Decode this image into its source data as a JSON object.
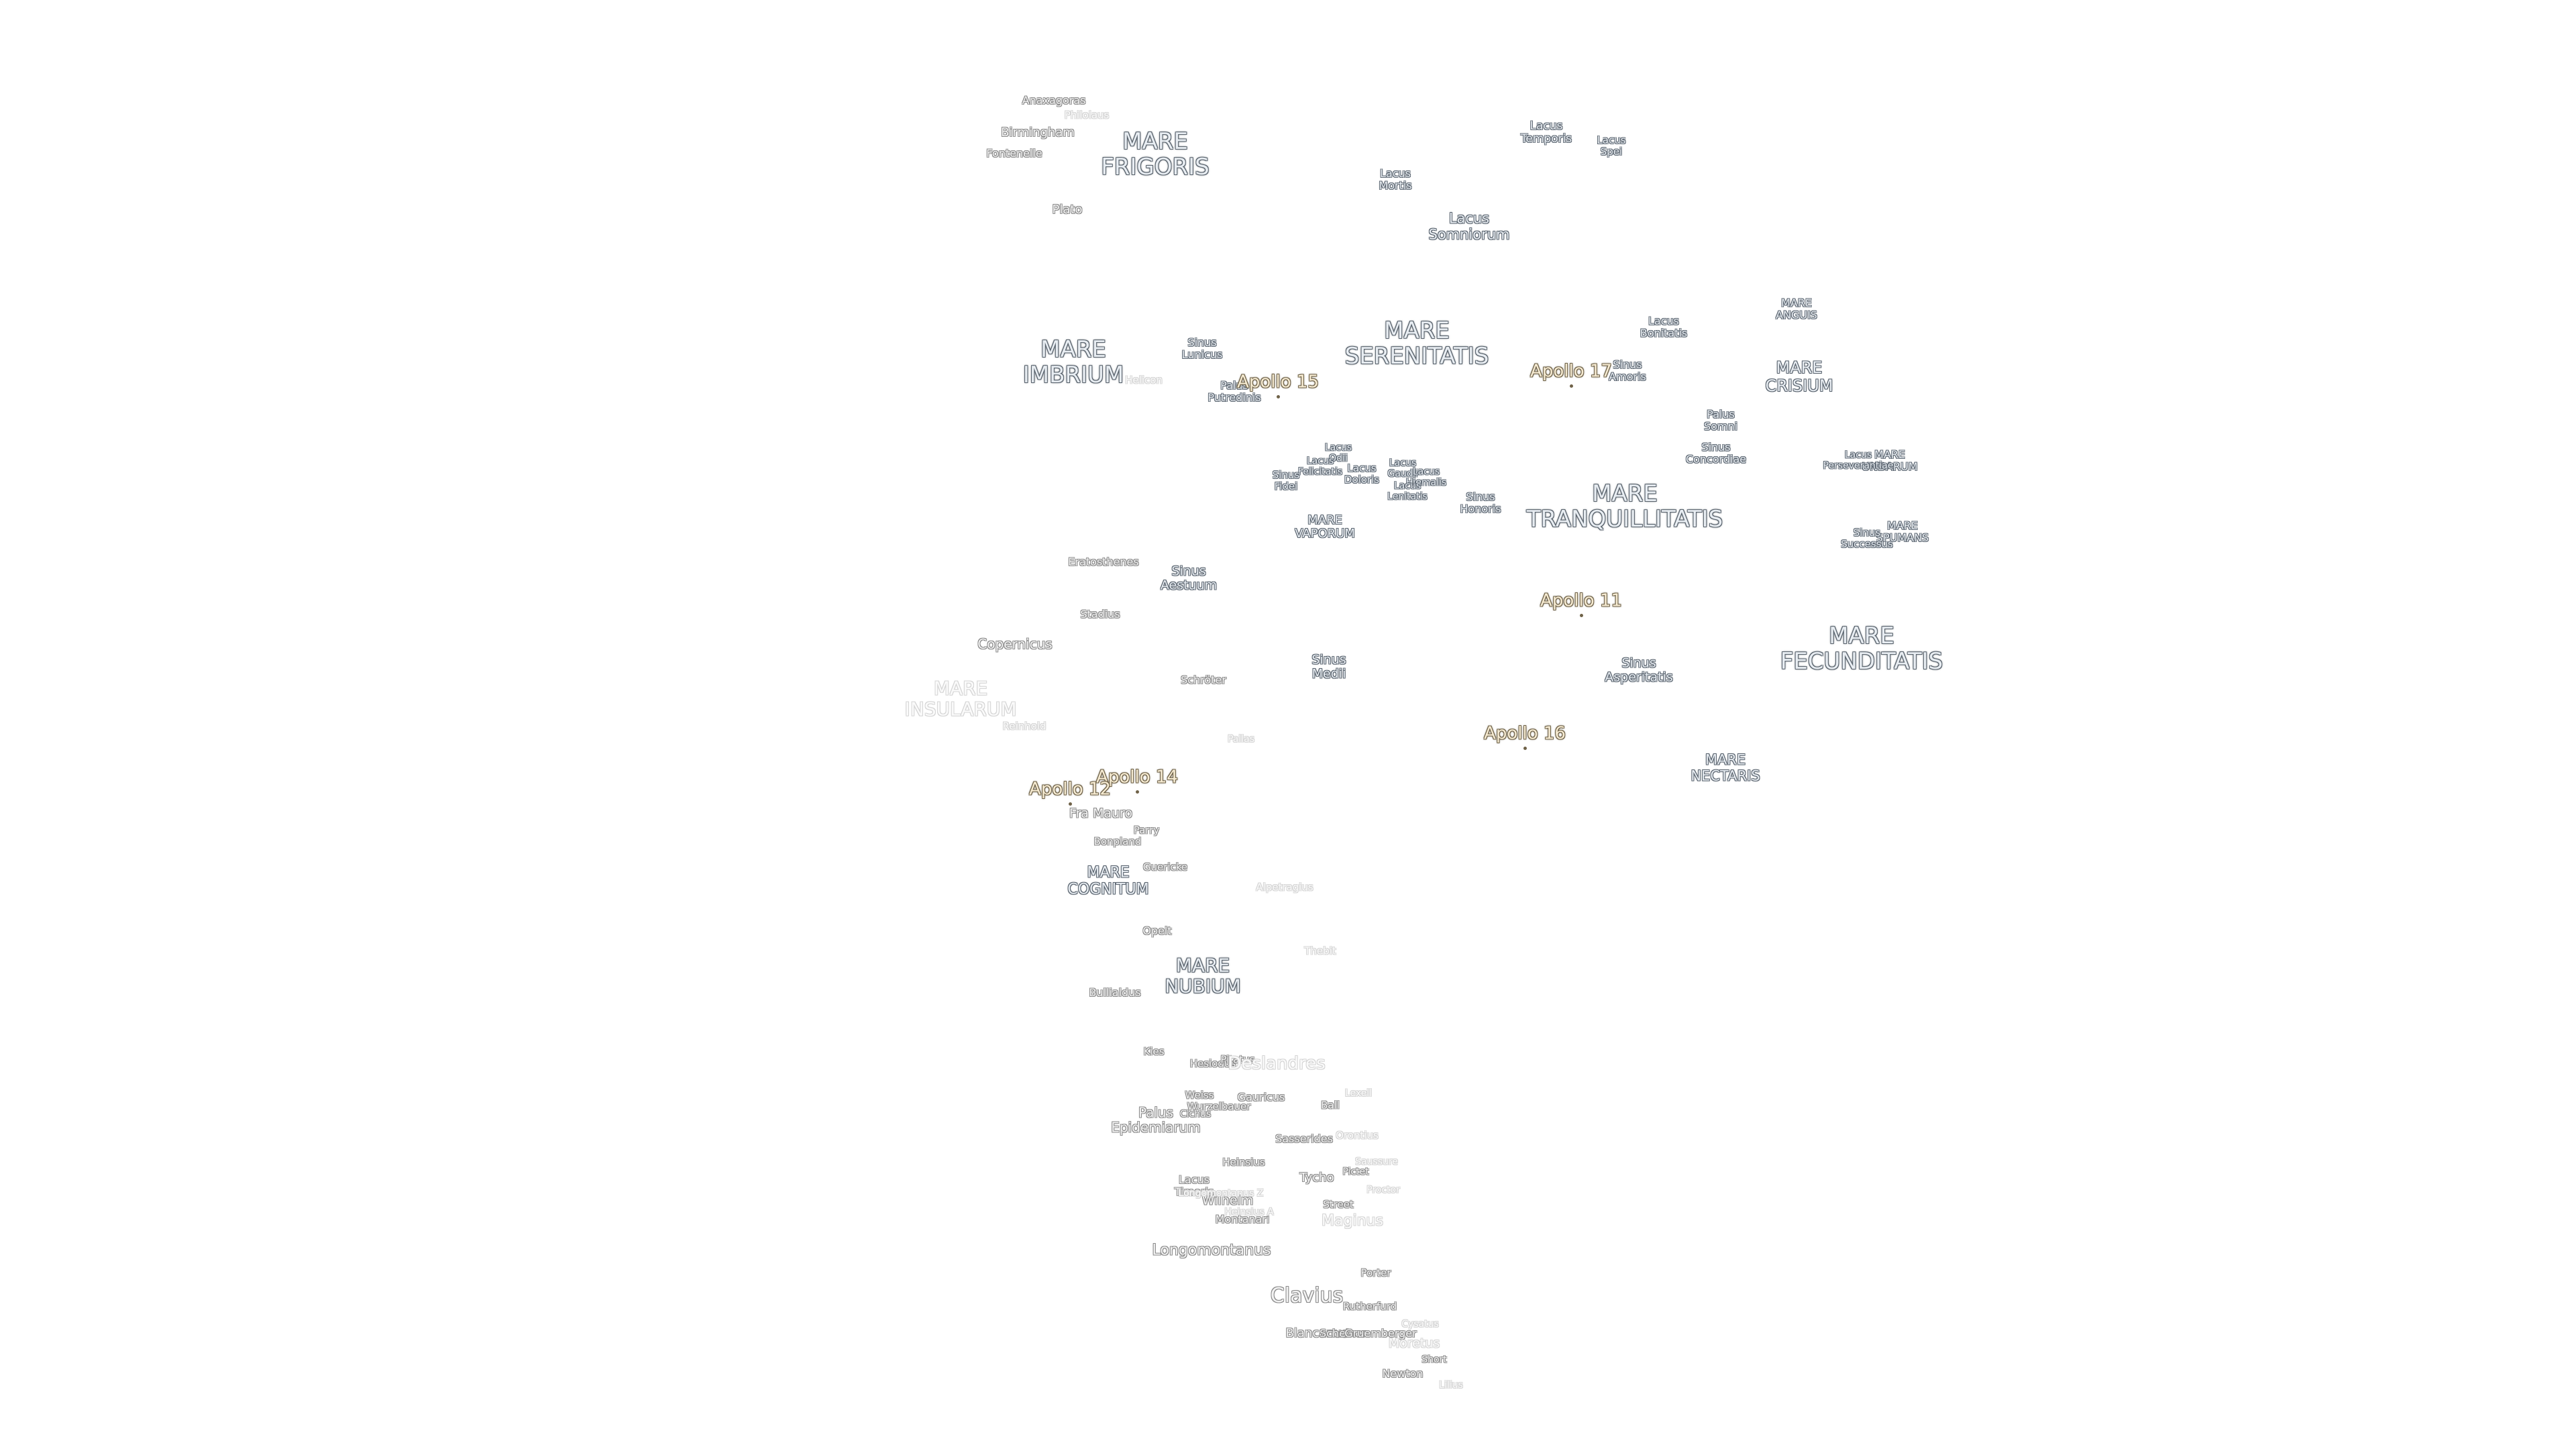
{
  "map": {
    "maria": [
      {
        "text": "MARE\nFRIGORIS"
      },
      {
        "text": "MARE\nIMBRIUM"
      },
      {
        "text": "MARE\nSERENITATIS"
      },
      {
        "text": "MARE\nTRANQUILLITATIS"
      },
      {
        "text": "MARE\nFECUNDITATIS"
      },
      {
        "text": "MARE\nCRISIUM"
      },
      {
        "text": "MARE\nNUBIUM"
      },
      {
        "text": "MARE\nCOGNITUM"
      },
      {
        "text": "MARE\nNECTARIS"
      },
      {
        "text": "MARE\nVAPORUM"
      },
      {
        "text": "MARE\nANGUIS"
      },
      {
        "text": "MARE\nUNDARUM"
      },
      {
        "text": "MARE\nSPUMANS"
      },
      {
        "text": "MARE\nINSULARUM"
      }
    ],
    "sinus_lacus_palus": [
      {
        "text": "Lacus\nTemporis"
      },
      {
        "text": "Lacus\nSpei"
      },
      {
        "text": "Lacus\nMortis"
      },
      {
        "text": "Lacus\nSomniorum"
      },
      {
        "text": "Sinus\nLunicus"
      },
      {
        "text": "Palus\nPutredinis"
      },
      {
        "text": "Lacus\nBonitatis"
      },
      {
        "text": "Sinus\nAmoris"
      },
      {
        "text": "Palus\nSomni"
      },
      {
        "text": "Sinus\nConcordiae"
      },
      {
        "text": "Lacus\nOdii"
      },
      {
        "text": "Lacus\nFelicitatis"
      },
      {
        "text": "Lacus\nDoloris"
      },
      {
        "text": "Sinus\nFidei"
      },
      {
        "text": "Lacus\nGaudii"
      },
      {
        "text": "Lacus\nHiemalis"
      },
      {
        "text": "Lacus\nLenitatis"
      },
      {
        "text": "Sinus\nHonoris"
      },
      {
        "text": "Lacus\nPerseverantiae"
      },
      {
        "text": "Sinus\nSuccessus"
      },
      {
        "text": "Sinus\nAestuum"
      },
      {
        "text": "Sinus\nMedii"
      },
      {
        "text": "Sinus\nAsperitatis"
      },
      {
        "text": "Palus\nEpidemiarum"
      },
      {
        "text": "Lacus\nTimoris"
      }
    ],
    "craters": [
      {
        "text": "Anaxagoras"
      },
      {
        "text": "Birmingham"
      },
      {
        "text": "Fontenelle"
      },
      {
        "text": "Plato"
      },
      {
        "text": "Eratosthenes"
      },
      {
        "text": "Stadius"
      },
      {
        "text": "Copernicus"
      },
      {
        "text": "Schröter"
      },
      {
        "text": "Fra Mauro"
      },
      {
        "text": "Parry"
      },
      {
        "text": "Bonpland"
      },
      {
        "text": "Guericke"
      },
      {
        "text": "Opelt"
      },
      {
        "text": "Bullialdus"
      },
      {
        "text": "Kies"
      },
      {
        "text": "Hesiodus"
      },
      {
        "text": "Pitatus"
      },
      {
        "text": "Weiss"
      },
      {
        "text": "Wurzelbauer"
      },
      {
        "text": "Cichus"
      },
      {
        "text": "Gauricus"
      },
      {
        "text": "Ball"
      },
      {
        "text": "Sasserides"
      },
      {
        "text": "Heinsius"
      },
      {
        "text": "Tycho"
      },
      {
        "text": "Pictet"
      },
      {
        "text": "Wilhelm"
      },
      {
        "text": "Montanari"
      },
      {
        "text": "Street"
      },
      {
        "text": "Longomontanus"
      },
      {
        "text": "Porter"
      },
      {
        "text": "Clavius"
      },
      {
        "text": "Rutherfurd"
      },
      {
        "text": "Blancanus"
      },
      {
        "text": "Scheiner"
      },
      {
        "text": "Newton"
      },
      {
        "text": "Short"
      },
      {
        "text": "Gruemberger"
      }
    ],
    "faint_craters": [
      {
        "text": "Philolaus"
      },
      {
        "text": "Helicon"
      },
      {
        "text": "Reinhold"
      },
      {
        "text": "Pallas"
      },
      {
        "text": "Alpetragius"
      },
      {
        "text": "Thebit"
      },
      {
        "text": "Deslandres"
      },
      {
        "text": "Lexell"
      },
      {
        "text": "Orontius"
      },
      {
        "text": "Proctor"
      },
      {
        "text": "Saussure"
      },
      {
        "text": "Maginus"
      },
      {
        "text": "Cysatus"
      },
      {
        "text": "Moretus"
      },
      {
        "text": "Heinsius A"
      },
      {
        "text": "Longomontanus Z"
      },
      {
        "text": "Lilius"
      }
    ],
    "apollo_sites": [
      {
        "text": "Apollo 15"
      },
      {
        "text": "Apollo 17"
      },
      {
        "text": "Apollo 11"
      },
      {
        "text": "Apollo 16"
      },
      {
        "text": "Apollo 14"
      },
      {
        "text": "Apollo 12"
      }
    ]
  }
}
